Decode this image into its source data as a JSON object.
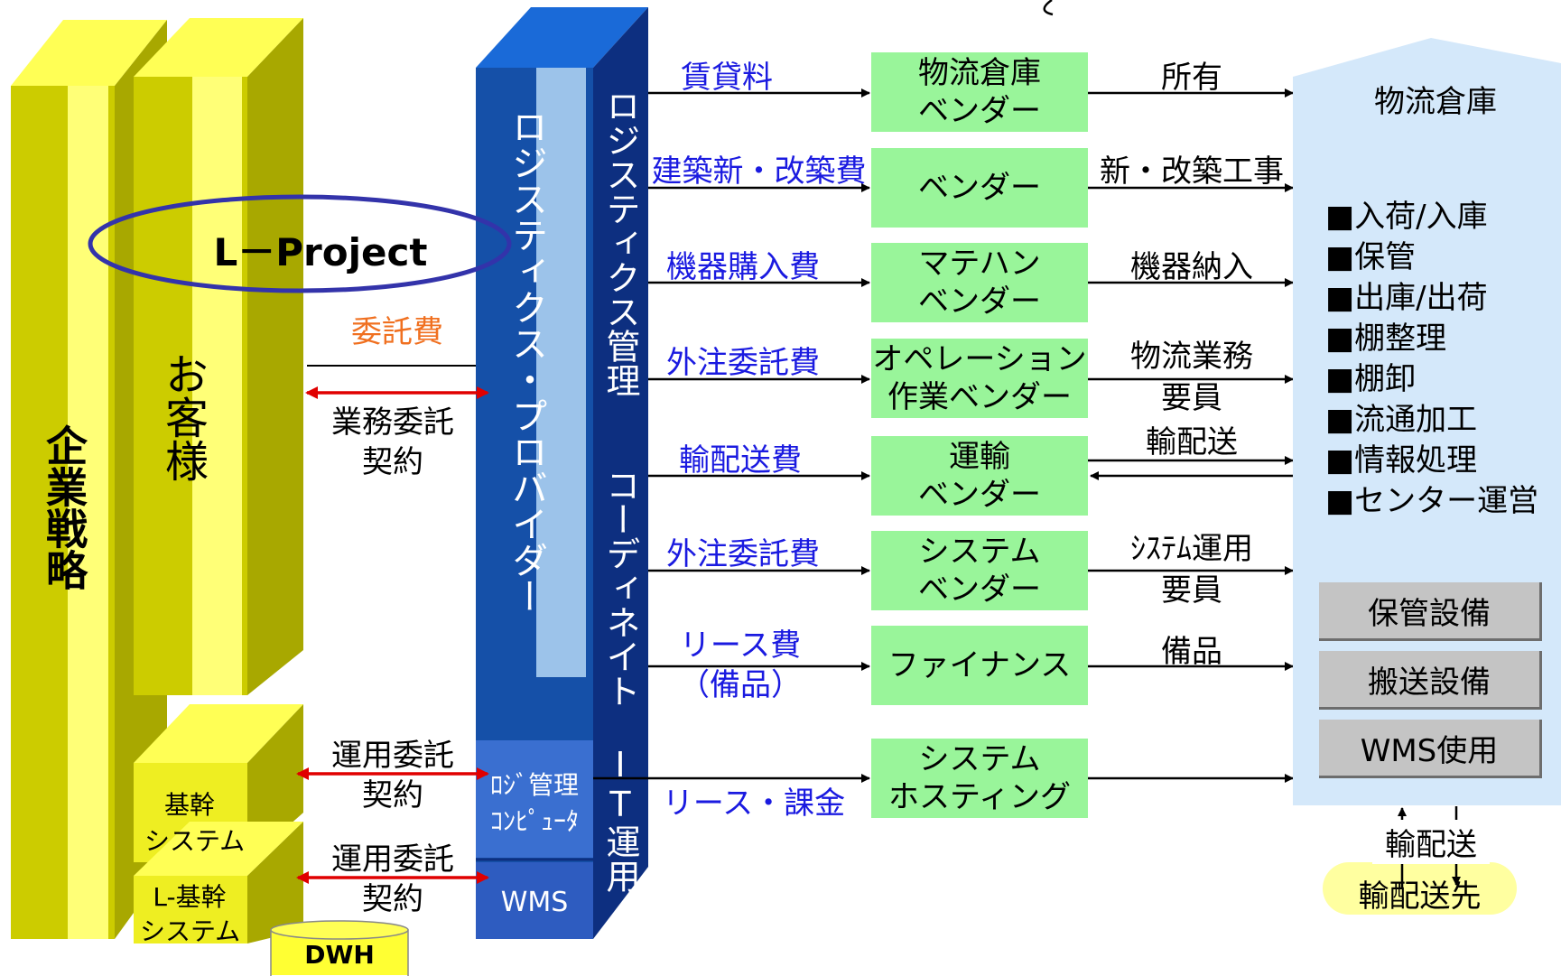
{
  "left_columns": {
    "strategy": "企業戦略",
    "customer": "お客様",
    "core_system": [
      "基幹",
      "システム"
    ],
    "l_core_system": [
      "L-基幹",
      "システム"
    ],
    "dwh": "DWH"
  },
  "project_label": "L－Project",
  "center_links": {
    "fee": "委託費",
    "business_contract": [
      "業務委託",
      "契約"
    ],
    "ops_contract_1": [
      "運用委託",
      "契約"
    ],
    "ops_contract_2": [
      "運用委託",
      "契約"
    ]
  },
  "provider": {
    "title": "ロジスティクス・プロバイダー",
    "mgmt": "ロジスティクス管理",
    "coord": "コーディネイト",
    "it_ops": "IT運用",
    "logi_computer": [
      "ﾛｼﾞ管理",
      "ｺﾝﾋﾟｭｰﾀ"
    ],
    "wms": "WMS"
  },
  "rows": [
    {
      "cost": [
        "賃貸料"
      ],
      "vendor": [
        "物流倉庫",
        "ベンダー"
      ],
      "out": [
        "所有"
      ]
    },
    {
      "cost": [
        "建築新・改築費"
      ],
      "vendor": [
        "ベンダー"
      ],
      "out": [
        "新・改築工事"
      ]
    },
    {
      "cost": [
        "機器購入費"
      ],
      "vendor": [
        "マテハン",
        "ベンダー"
      ],
      "out": [
        "機器納入"
      ]
    },
    {
      "cost": [
        "外注委託費"
      ],
      "vendor": [
        "オペレーション",
        "作業ベンダー"
      ],
      "out": [
        "物流業務",
        "要員"
      ]
    },
    {
      "cost": [
        "輸配送費"
      ],
      "vendor": [
        "運輸",
        "ベンダー"
      ],
      "out": [
        "輸配送"
      ]
    },
    {
      "cost": [
        "外注委託費"
      ],
      "vendor": [
        "システム",
        "ベンダー"
      ],
      "out": [
        "ｼｽﾃﾑ運用",
        "要員"
      ]
    },
    {
      "cost": [
        "リース費",
        "（備品）"
      ],
      "vendor": [
        "ファイナンス"
      ],
      "out": [
        "備品"
      ]
    },
    {
      "cost": [
        "リース・課金"
      ],
      "vendor": [
        "システム",
        "ホスティング"
      ],
      "out": []
    }
  ],
  "warehouse": {
    "title": "物流倉庫",
    "functions": [
      "■入荷/入庫",
      "■保管",
      "■出庫/出荷",
      "■棚整理",
      "■棚卸",
      "■流通加工",
      "■情報処理",
      "■センター運営"
    ],
    "equipment": [
      "保管設備",
      "搬送設備",
      "WMS使用"
    ],
    "delivery_label": "輸配送",
    "destination": "輸配送先"
  },
  "colors": {
    "yellow": "#cccc00",
    "yellow_light": "#ffff66",
    "provider_blue": "#1550a8",
    "vendor_green": "#99f59a",
    "warehouse_blue": "#d4e8fa",
    "red_arrow": "#e00000",
    "orange_text": "#f07020",
    "link_blue": "#1a1ae0"
  }
}
